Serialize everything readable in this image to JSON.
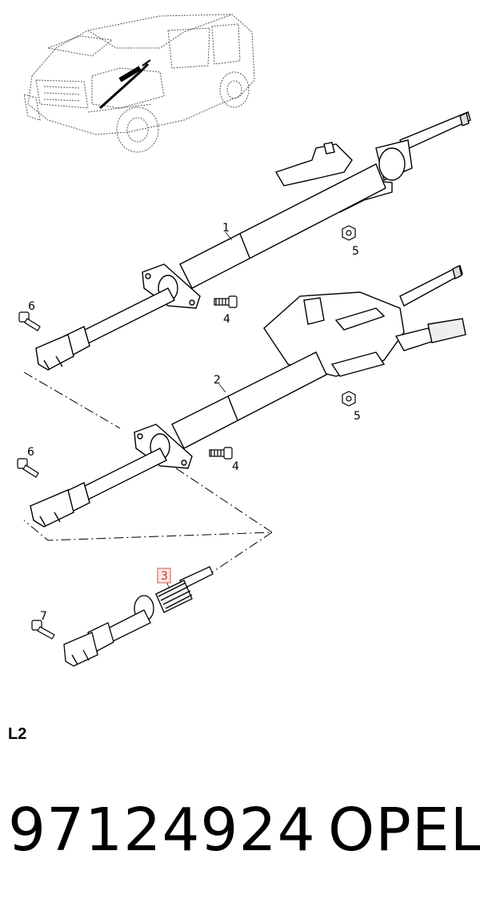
{
  "callouts": {
    "c1": "1",
    "c2": "2",
    "c3": "3",
    "c4a": "4",
    "c4b": "4",
    "c5a": "5",
    "c5b": "5",
    "c6a": "6",
    "c6b": "6",
    "c7": "7"
  },
  "highlight_color": "#d9534f",
  "page_code": "L2",
  "part_number": "97124924",
  "brand": "OPEL"
}
